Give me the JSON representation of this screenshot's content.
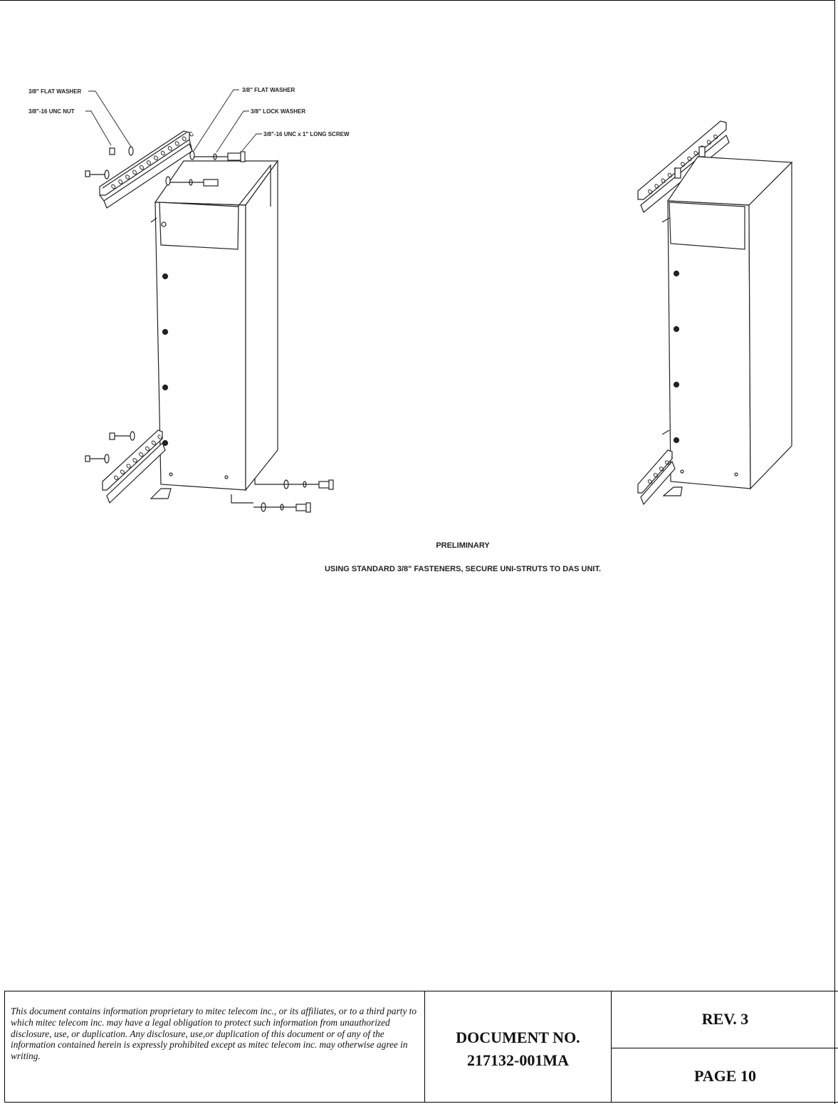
{
  "drawing": {
    "labels": {
      "flat_washer_left": "3/8\" FLAT WASHER",
      "unc_nut": "3/8\"-16 UNC NUT",
      "flat_washer_right": "3/8\" FLAT WASHER",
      "lock_washer": "3/8\" LOCK WASHER",
      "long_screw": "3/8\"-16 UNC x 1\" LONG SCREW"
    },
    "caption_status": "PRELIMINARY",
    "caption_instruction": "USING STANDARD 3/8\" FASTENERS, SECURE UNI-STRUTS TO DAS UNIT."
  },
  "footer": {
    "notice": "This document contains information proprietary to mitec telecom inc., or its affiliates, or to a third party to which mitec telecom inc. may have a legal obligation to protect such information from unauthorized disclosure, use, or duplication. Any disclosure, use,or duplication of this document or of any of the information contained herein is expressly prohibited except as mitec telecom inc. may otherwise agree in writing.",
    "document_label": "DOCUMENT NO.",
    "document_number": "217132-001MA",
    "revision": "REV. 3",
    "page": "PAGE 10"
  }
}
